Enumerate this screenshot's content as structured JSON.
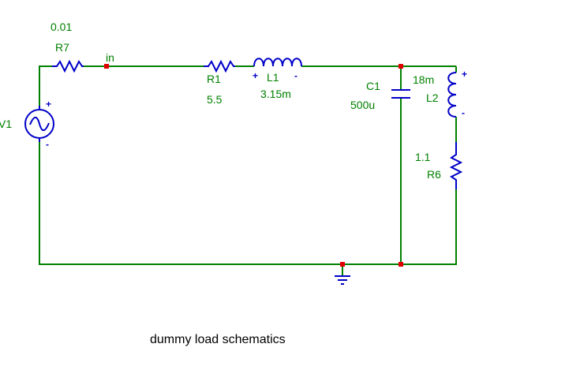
{
  "colors": {
    "wire": "#008000",
    "component": "#0000c8",
    "node": "#e00000",
    "label": "#008000",
    "caption": "#000000"
  },
  "components": {
    "r7": {
      "ref": "R7",
      "value": "0.01"
    },
    "r1": {
      "ref": "R1",
      "value": "5.5"
    },
    "l1": {
      "ref": "L1",
      "value": "3.15m"
    },
    "c1": {
      "ref": "C1",
      "value": "500u"
    },
    "l2": {
      "ref": "L2",
      "value": "18m"
    },
    "r6": {
      "ref": "R6",
      "value": "1.1"
    },
    "v1": {
      "ref": "V1"
    }
  },
  "nets": {
    "in": "in"
  },
  "polarity": {
    "plus": "+",
    "minus": "-"
  },
  "caption": "dummy load schematics"
}
